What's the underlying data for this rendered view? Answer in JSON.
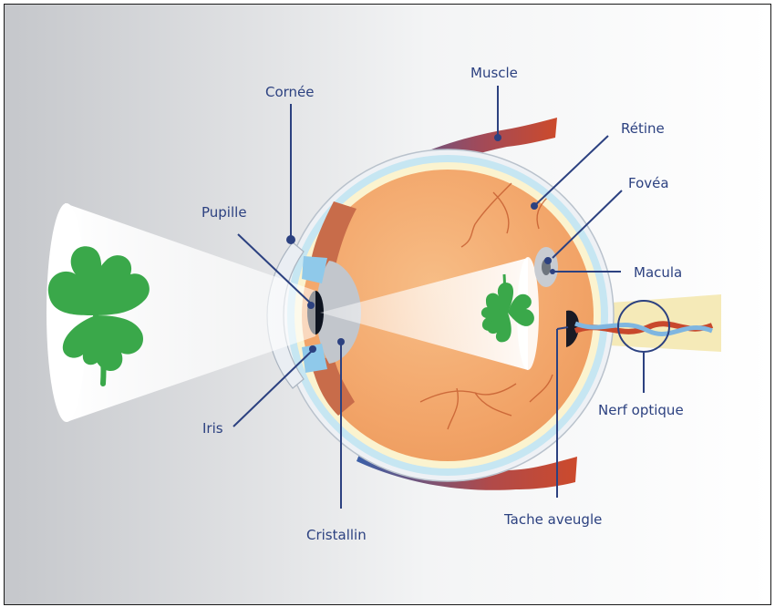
{
  "labels": {
    "muscle": "Muscle",
    "cornee": "Cornée",
    "retine": "Rétine",
    "fovea": "Fovéa",
    "pupille": "Pupille",
    "macula": "Macula",
    "iris": "Iris",
    "nerf_optique": "Nerf optique",
    "tache_aveugle": "Tache aveugle",
    "cristallin": "Cristallin"
  },
  "colors": {
    "label": "#2c4180",
    "eyeball": "#f2a66a",
    "sclera": "#e9eef4",
    "choroid_blue": "#c6e6f2",
    "retina_yellow": "#fbf3cf",
    "clover": "#3aa84a",
    "muscle_red": "#c8482c",
    "muscle_blue": "#3a5fa8"
  },
  "icons": [
    "clover-icon",
    "clover-inverted-icon"
  ]
}
